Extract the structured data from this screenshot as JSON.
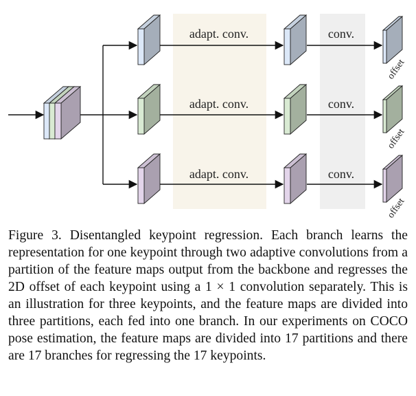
{
  "figure": {
    "branches": [
      {
        "color": "#dce8f8",
        "adapt_label": "adapt. conv.",
        "conv_label": "conv.",
        "output_label": "offset"
      },
      {
        "color": "#d9ead3",
        "adapt_label": "adapt. conv.",
        "conv_label": "conv.",
        "output_label": "offset"
      },
      {
        "color": "#e3d5ea",
        "adapt_label": "adapt. conv.",
        "conv_label": "conv.",
        "output_label": "offset"
      }
    ],
    "colors": {
      "adapt_band": "#f8f4ea",
      "conv_band": "#efefef",
      "line": "#111111"
    }
  },
  "caption": {
    "text": "Figure 3. Disentangled keypoint regression. Each branch learns the representation for one keypoint through two adaptive convolutions from a partition of the feature maps output from the backbone and regresses the 2D offset of each keypoint using a 1 × 1 convolution separately. This is an illustration for three keypoints, and the feature maps are divided into three partitions, each fed into one branch. In our experiments on COCO pose estimation, the feature maps are divided into 17 partitions and there are 17 branches for regressing the 17 keypoints."
  }
}
